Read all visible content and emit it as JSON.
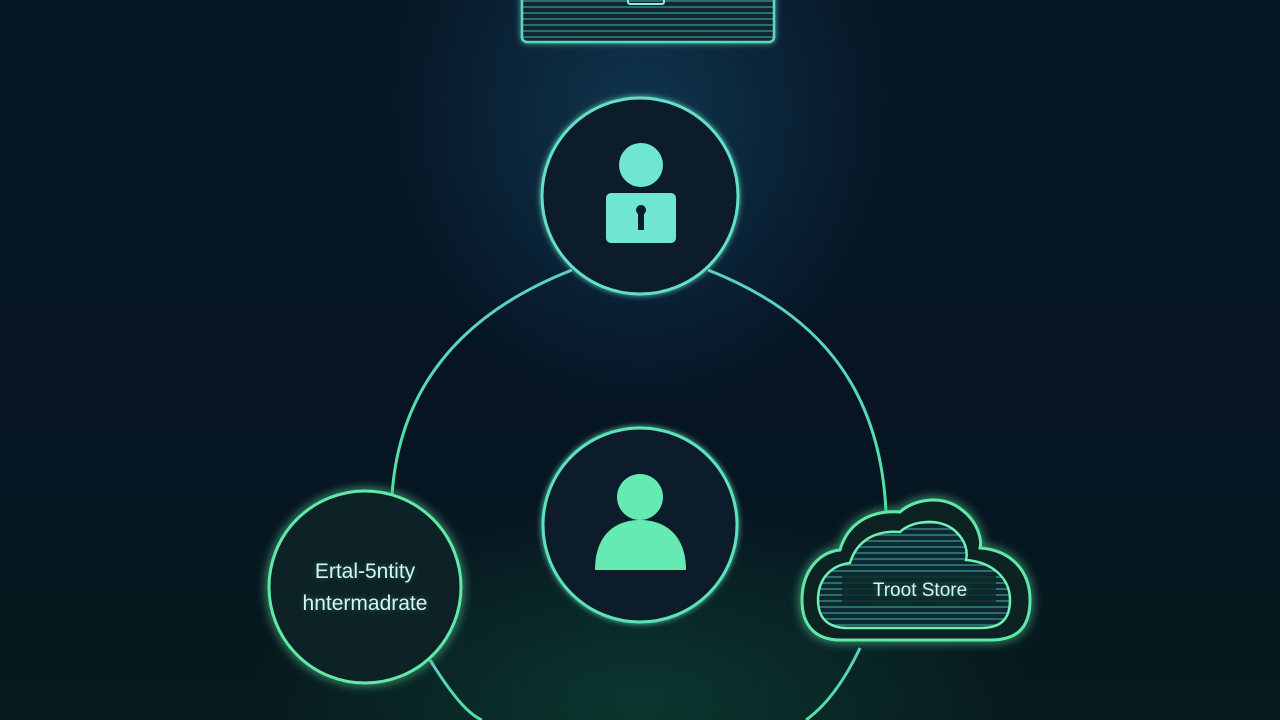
{
  "diagram": {
    "nodes": {
      "top_server": {
        "icon": "server-rack-icon"
      },
      "user_top": {
        "icon": "user-with-keyhole-icon"
      },
      "user_center": {
        "icon": "user-icon"
      },
      "entity": {
        "line1": "Ertal-5ntity",
        "line2": "hntermadrate"
      },
      "trust_store": {
        "label": "Troot Store",
        "icon": "cloud-icon"
      }
    },
    "colors": {
      "line": "#5fd6c0",
      "node_fill": "#0a1e2c",
      "accent_teal": "#62e0c8",
      "accent_green": "#5fe8a8",
      "background": "#06131f"
    }
  }
}
